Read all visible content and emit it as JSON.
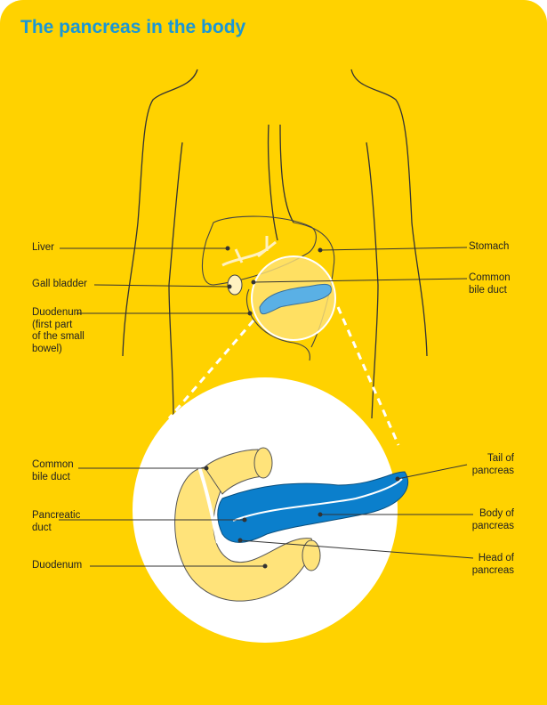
{
  "title": "The pancreas in the body",
  "labels": {
    "liver": "Liver",
    "gall_bladder": "Gall bladder",
    "duodenum_top": [
      "Duodenum",
      "(first part",
      "of the small",
      "bowel)"
    ],
    "stomach": "Stomach",
    "common_bile_duct_top": [
      "Common",
      "bile duct"
    ],
    "common_bile_duct_bottom": [
      "Common",
      "bile duct"
    ],
    "pancreatic_duct": [
      "Pancreatic",
      "duct"
    ],
    "duodenum_bottom": "Duodenum",
    "tail": [
      "Tail of",
      "pancreas"
    ],
    "body": [
      "Body of",
      "pancreas"
    ],
    "head": [
      "Head of",
      "pancreas"
    ]
  },
  "colors": {
    "background": "#FFD200",
    "title": "#1A97D5",
    "pancreas": "#0B7FCC",
    "duodenum": "#FFE37A"
  }
}
